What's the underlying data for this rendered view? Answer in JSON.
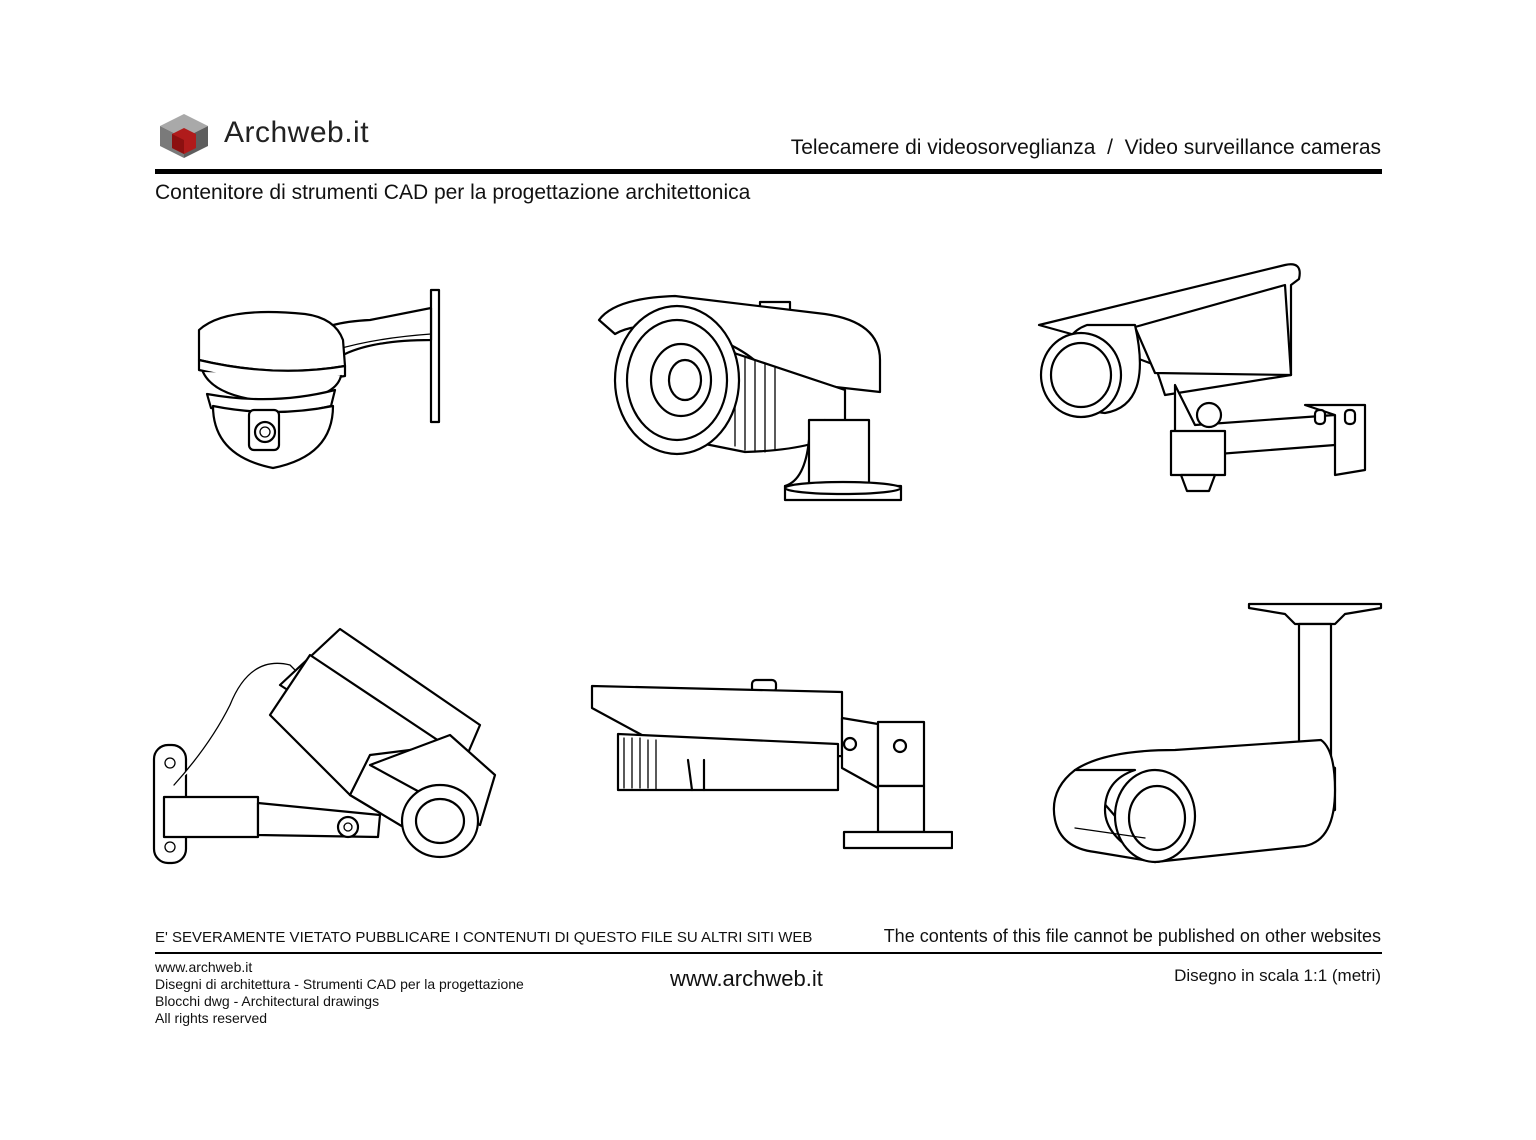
{
  "header": {
    "brand": "Archweb.it",
    "title": "Telecamere di videosorveglianza  /  Video surveillance cameras",
    "subtitle": "Contenitore di strumenti CAD per la progettazione architettonica"
  },
  "footer": {
    "warning_it": "E' SEVERAMENTE VIETATO PUBBLICARE I CONTENUTI DI QUESTO FILE SU ALTRI SITI WEB",
    "warning_en": "The contents of this file cannot be published on other websites",
    "lines": [
      "www.archweb.it",
      "Disegni di architettura - Strumenti CAD  per la progettazione",
      "Blocchi dwg - Architectural drawings",
      "All rights reserved"
    ],
    "site_center": "www.archweb.it",
    "scale": "Disegno in scala 1:1 (metri)"
  },
  "drawings": [
    {
      "icon": "dome-camera-icon"
    },
    {
      "icon": "bullet-camera-icon"
    },
    {
      "icon": "housing-camera-icon"
    },
    {
      "icon": "box-camera-icon"
    },
    {
      "icon": "side-bullet-camera-icon"
    },
    {
      "icon": "ceiling-camera-icon"
    }
  ],
  "colors": {
    "ink": "#000000",
    "logo_red": "#b01b1b",
    "logo_grey": "#8a8a8a"
  }
}
